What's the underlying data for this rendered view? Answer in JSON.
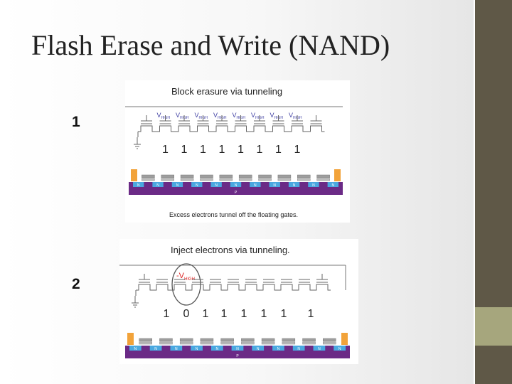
{
  "slide": {
    "title": "Flash Erase and Write (NAND)",
    "colors": {
      "sidebar": "#5f5847",
      "sidebar_accent": "#a6a67d",
      "substrate": "#6b2a86",
      "contact": "#f2a33a",
      "cell_gate": "#9e9e9e"
    }
  },
  "steps": [
    {
      "number": "1",
      "heading": "Block erasure via tunneling",
      "gate_label": "V",
      "gate_sub": "HIGH",
      "bits": [
        "1",
        "1",
        "1",
        "1",
        "1",
        "1",
        "1",
        "1"
      ],
      "region_labels": [
        "N",
        "N",
        "N",
        "N",
        "N",
        "N",
        "N",
        "N",
        "N",
        "N",
        "N"
      ],
      "substrate_label": "P",
      "caption": "Excess electrons tunnel off the floating gates."
    },
    {
      "number": "2",
      "heading": "Inject electrons via tunneling.",
      "gate_label": "-V",
      "gate_sub": "HIGH",
      "bits": [
        "1",
        "0",
        "1",
        "1",
        "1",
        "1",
        "1",
        "1"
      ],
      "region_labels": [
        "N",
        "N",
        "N",
        "N",
        "N",
        "N",
        "N",
        "N",
        "N",
        "N",
        "N"
      ],
      "substrate_label": "P"
    }
  ]
}
